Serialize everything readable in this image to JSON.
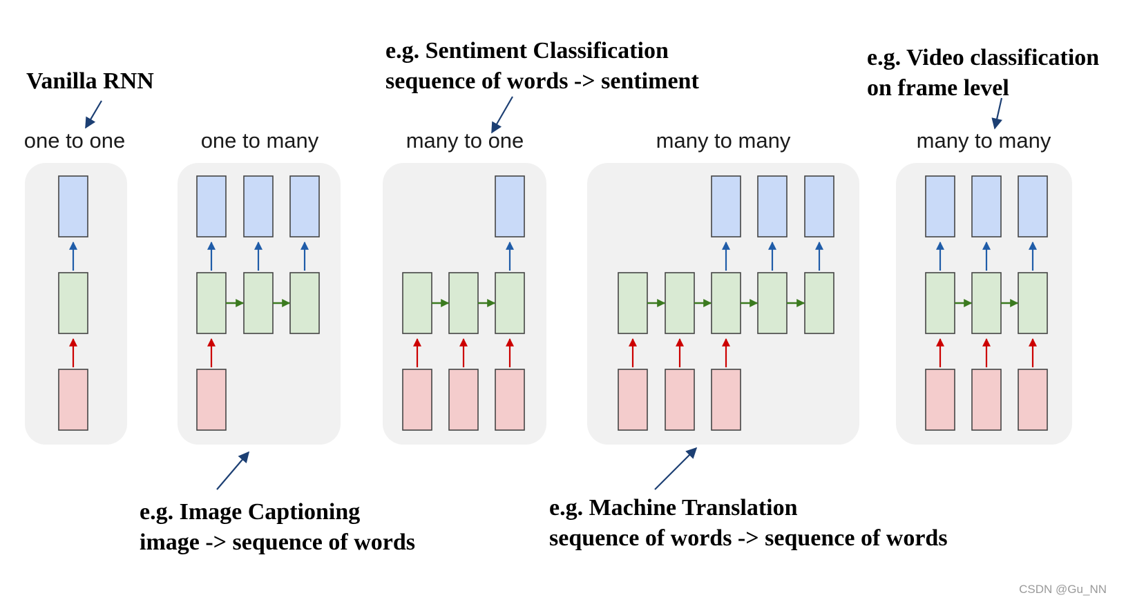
{
  "colors": {
    "panel_bg": "#f1f1f1",
    "output_fill": "#c9daf8",
    "hidden_fill": "#d9ead3",
    "input_fill": "#f4cccc",
    "box_stroke": "#444444",
    "output_arrow": "#1f5ca8",
    "recurrent_arrow": "#3b7a1f",
    "input_arrow": "#cc0000",
    "annotation_arrow": "#1c3f73"
  },
  "panels": [
    {
      "title": "one to one",
      "inputs": [
        0
      ],
      "hiddens": [
        0
      ],
      "outputs": [
        0
      ]
    },
    {
      "title": "one to many",
      "inputs": [
        0
      ],
      "hiddens": [
        0,
        1,
        2
      ],
      "outputs": [
        0,
        1,
        2
      ]
    },
    {
      "title": "many to one",
      "inputs": [
        0,
        1,
        2
      ],
      "hiddens": [
        0,
        1,
        2
      ],
      "outputs": [
        2
      ]
    },
    {
      "title": "many to many",
      "inputs": [
        0,
        1,
        2
      ],
      "hiddens": [
        0,
        1,
        2,
        3,
        4
      ],
      "outputs": [
        2,
        3,
        4
      ]
    },
    {
      "title": "many to many",
      "inputs": [
        0,
        1,
        2
      ],
      "hiddens": [
        0,
        1,
        2
      ],
      "outputs": [
        0,
        1,
        2
      ]
    }
  ],
  "annotations": {
    "vanilla": {
      "line1": "Vanilla RNN"
    },
    "sentiment": {
      "line1": "e.g. Sentiment Classification",
      "line2": "sequence of words -> sentiment"
    },
    "video": {
      "line1": "e.g. Video classification",
      "line2": "on frame level"
    },
    "captioning": {
      "line1": "e.g. Image Captioning",
      "line2": "image -> sequence of words"
    },
    "translation": {
      "line1": "e.g. Machine Translation",
      "line2": "sequence of words -> sequence of words"
    }
  },
  "watermark": "CSDN @Gu_NN"
}
